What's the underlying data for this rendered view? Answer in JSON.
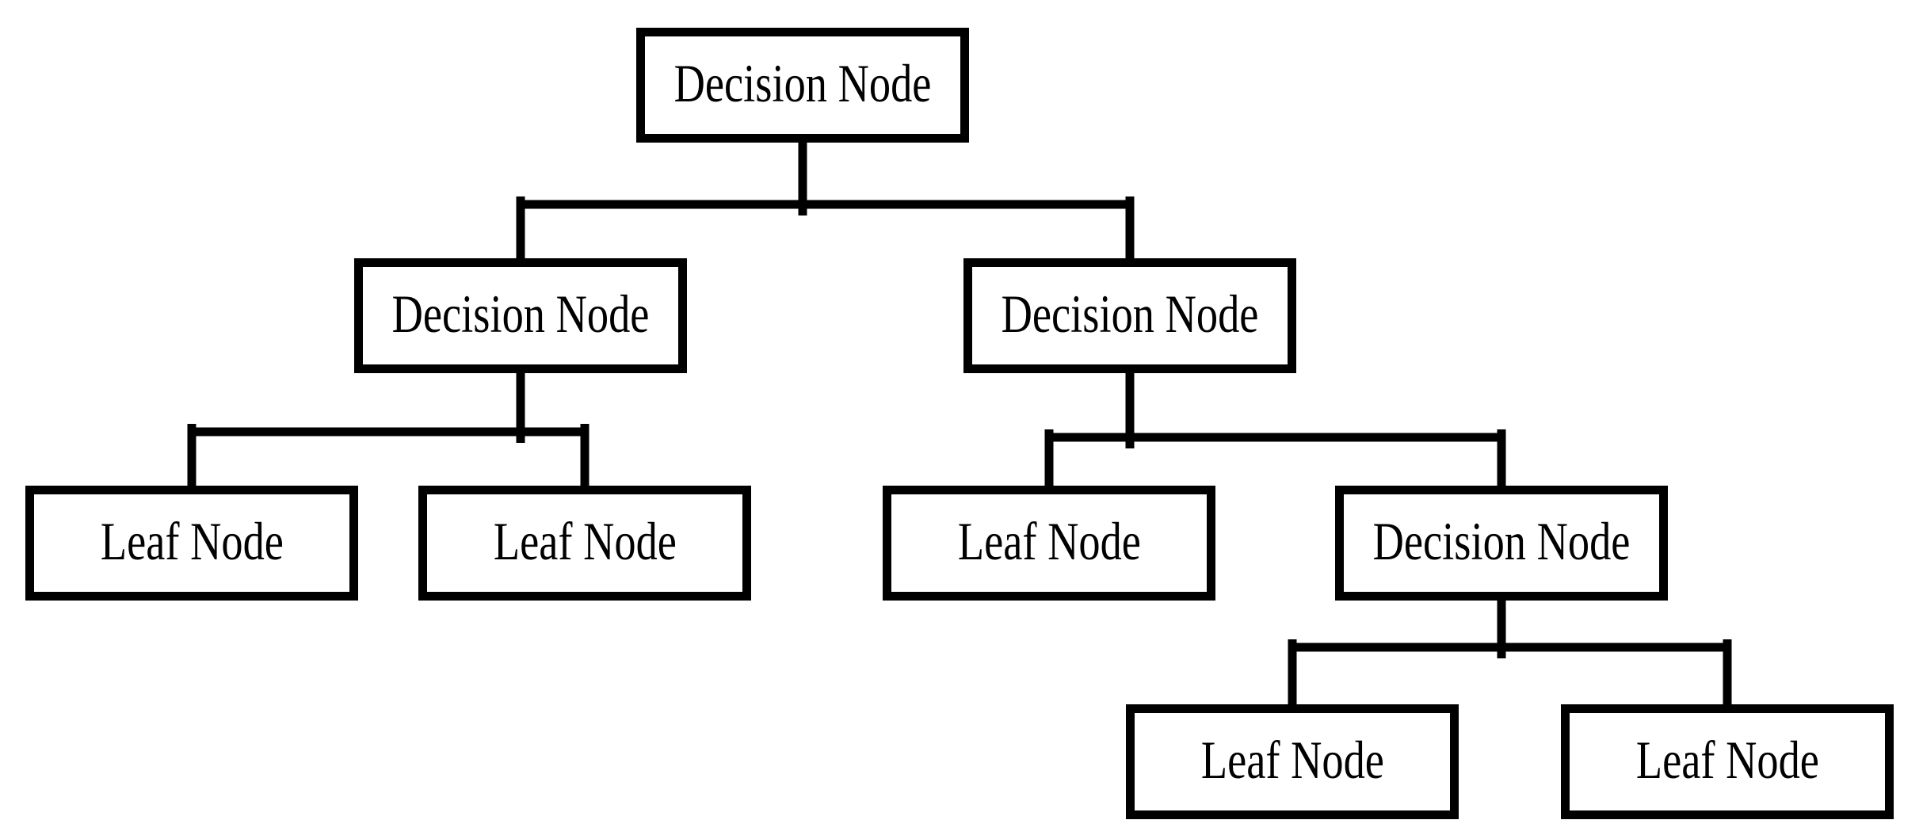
{
  "colors": {
    "background": "#ffffff",
    "node_fill": "#ffffff",
    "line": "#000000",
    "text": "#000000"
  },
  "nodes": {
    "root": {
      "label": "Decision Node",
      "type": "decision"
    },
    "level2_left": {
      "label": "Decision Node",
      "type": "decision"
    },
    "level2_right": {
      "label": "Decision Node",
      "type": "decision"
    },
    "level3_leaf_left_a": {
      "label": "Leaf Node",
      "type": "leaf"
    },
    "level3_leaf_left_b": {
      "label": "Leaf Node",
      "type": "leaf"
    },
    "level3_leaf_right": {
      "label": "Leaf Node",
      "type": "leaf"
    },
    "level3_decision_right": {
      "label": "Decision Node",
      "type": "decision"
    },
    "level4_leaf_a": {
      "label": "Leaf Node",
      "type": "leaf"
    },
    "level4_leaf_b": {
      "label": "Leaf Node",
      "type": "leaf"
    }
  }
}
